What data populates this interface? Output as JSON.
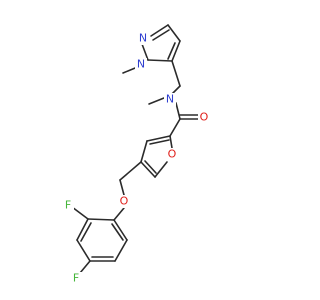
{
  "atoms": {
    "n_pyrazole_double": "N",
    "n_pyrazole_methyl": "N",
    "n_amide": "N",
    "o_carbonyl": "O",
    "o_furan": "O",
    "o_ether": "O",
    "f_ortho": "F",
    "f_para": "F"
  },
  "colors": {
    "bond": "#2b2b2b",
    "nitrogen": "#2f3fd0",
    "oxygen": "#e0201b",
    "fluorine": "#45b53a"
  }
}
